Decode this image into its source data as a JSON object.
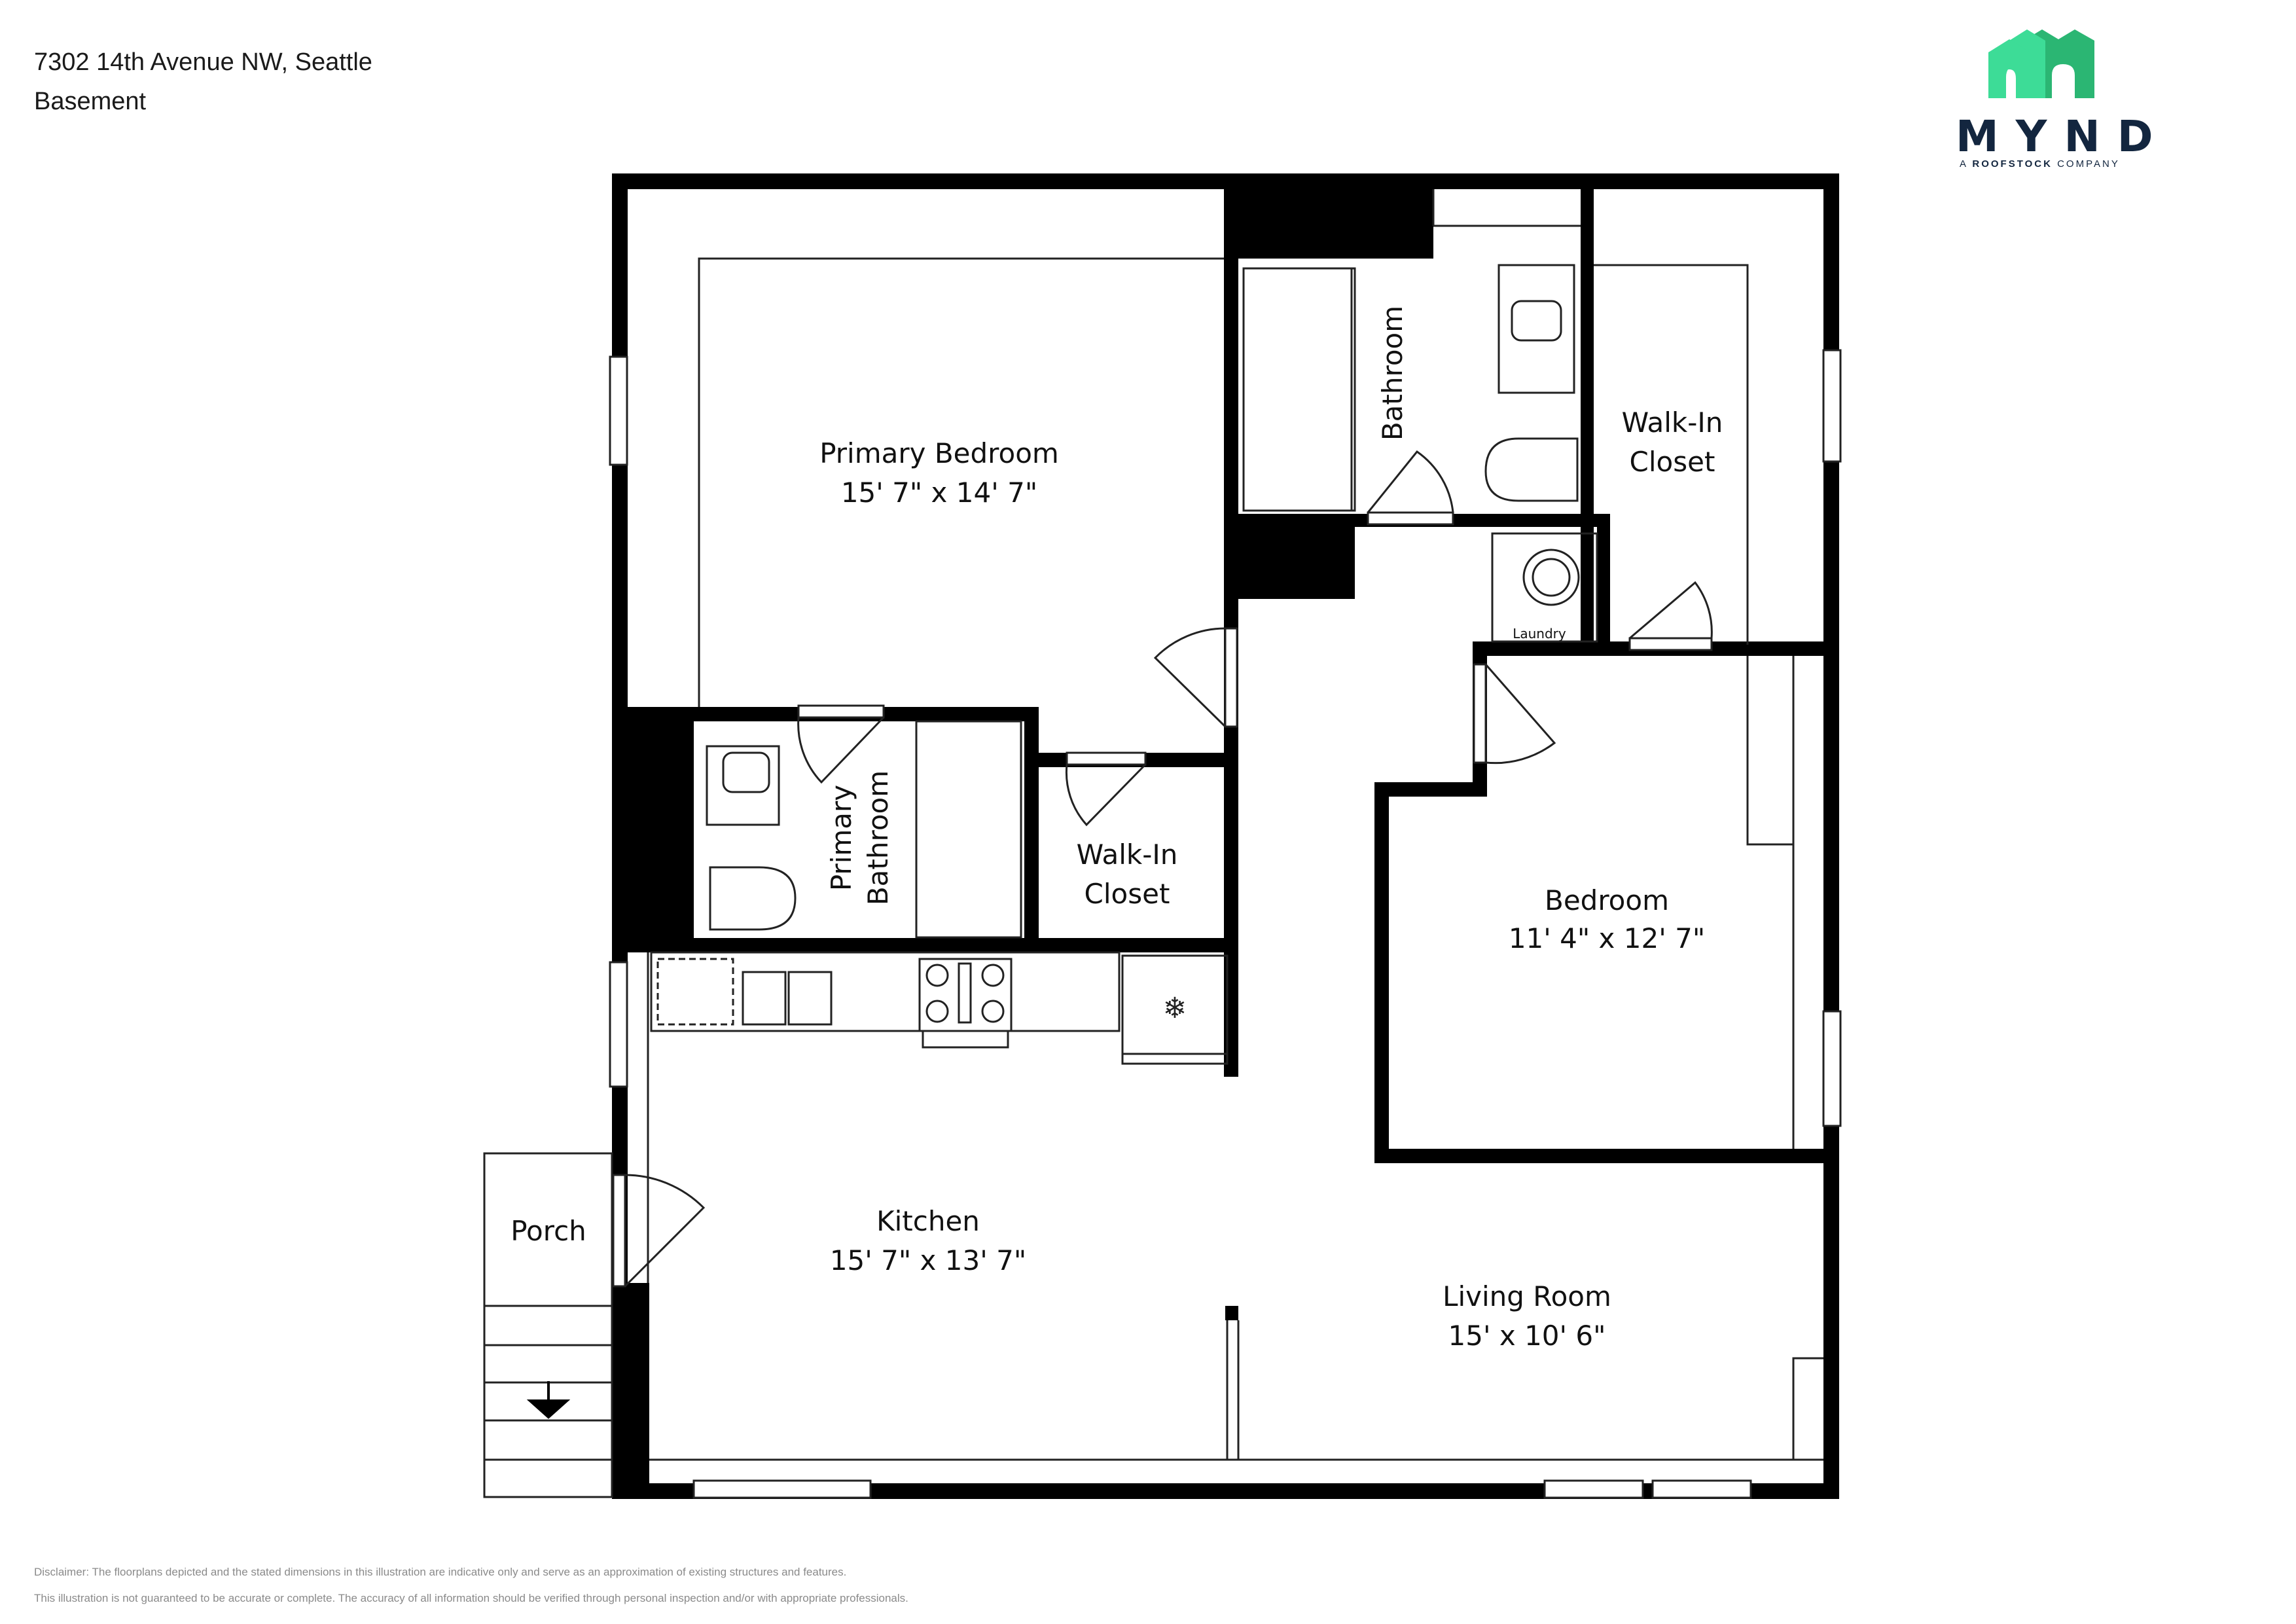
{
  "header": {
    "address": "7302 14th Avenue NW, Seattle",
    "floor": "Basement"
  },
  "brand": {
    "name": "MYND",
    "tagline_prefix": "A ",
    "tagline_company": "ROOFSTOCK",
    "tagline_suffix": " COMPANY",
    "logo_color_front": "#3ddc97",
    "logo_color_back": "#2bb673",
    "text_color": "#13263f"
  },
  "rooms": {
    "primary_bedroom": {
      "name": "Primary Bedroom",
      "dims": "15' 7\" x 14' 7\""
    },
    "bathroom": {
      "name": "Bathroom"
    },
    "walkin_closet_right": {
      "line1": "Walk-In",
      "line2": "Closet"
    },
    "laundry": {
      "name": "Laundry"
    },
    "primary_bathroom": {
      "line1": "Primary",
      "line2": "Bathroom"
    },
    "walkin_closet_mid": {
      "line1": "Walk-In",
      "line2": "Closet"
    },
    "bedroom": {
      "name": "Bedroom",
      "dims": "11' 4\" x 12' 7\""
    },
    "kitchen": {
      "name": "Kitchen",
      "dims": "15' 7\" x 13' 7\""
    },
    "living_room": {
      "name": "Living Room",
      "dims": "15' x 10' 6\""
    },
    "porch": {
      "name": "Porch"
    }
  },
  "disclaimer": {
    "line1": "Disclaimer: The floorplans depicted and the stated dimensions in this illustration are indicative only and serve as an approximation of existing structures and features.",
    "line2": "This illustration is not guaranteed to be accurate or complete. The accuracy of all information should be verified through personal inspection and/or with appropriate professionals."
  },
  "colors": {
    "wall": "#000000",
    "line": "#222222",
    "background": "#ffffff"
  }
}
